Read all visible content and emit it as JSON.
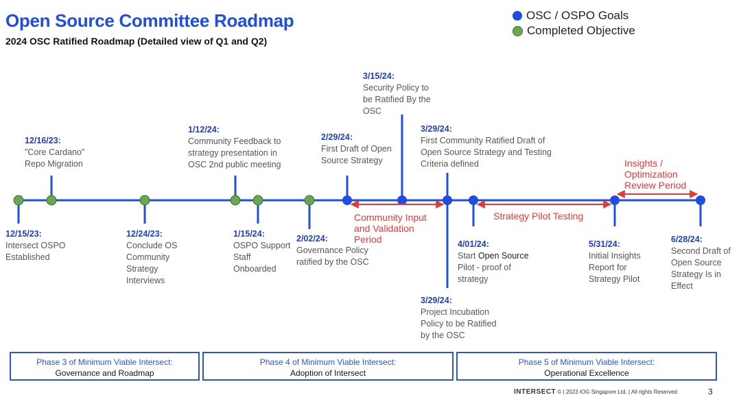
{
  "header": {
    "title": "Open Source Committee Roadmap",
    "subtitle": "2024 OSC Ratified Roadmap (Detailed view of Q1 and Q2)"
  },
  "legend": [
    {
      "label": "OSC / OSPO Goals",
      "color": "#1f4de0"
    },
    {
      "label": "Completed Objective",
      "color": "#6aa84f"
    }
  ],
  "events": {
    "e1": {
      "date": "12/15/23:",
      "text": "Intersect OSPO Established"
    },
    "e2": {
      "date": "12/16/23:",
      "text": "\"Core Cardano\" Repo Migration"
    },
    "e3": {
      "date": "12/24/23:",
      "text": "Conclude OS Community Strategy Interviews"
    },
    "e4": {
      "date": "1/12/24:",
      "text": "Community Feedback to strategy presentation in OSC 2nd public meeting"
    },
    "e5": {
      "date": "1/15/24:",
      "text": "OSPO Support Staff Onboarded"
    },
    "e6": {
      "date": "2/02/24:",
      "text": "Governance Policy ratified by the OSC"
    },
    "e7": {
      "date": "2/29/24:",
      "text": "First Draft of Open Source Strategy"
    },
    "e8": {
      "date": "3/15/24:",
      "text": "Security Policy to be Ratified By the OSC"
    },
    "e9": {
      "date": "3/29/24:",
      "text": "First Community Ratified Draft of Open Source Strategy and Testing Criteria defined"
    },
    "e10": {
      "date": "3/29/24:",
      "text": "Project Incubation Policy to be Ratified by the OSC"
    },
    "e11": {
      "date": "4/01/24:",
      "text_a": "Start ",
      "text_b": "Open Source",
      "text_c": " Pilot - proof of strategy"
    },
    "e12": {
      "date": "5/31/24:",
      "text": "Initial Insights Report for Strategy Pilot"
    },
    "e13": {
      "date": "6/28/24:",
      "text": "Second Draft of Open Source Strategy Is in Effect"
    }
  },
  "periods": {
    "community": "Community Input and Validation Period",
    "pilot": "Strategy Pilot Testing",
    "insights": "Insights / Optimization Review Period"
  },
  "phases": [
    {
      "line1": "Phase 3 of Minimum Viable Intersect:",
      "line2": "Governance and Roadmap"
    },
    {
      "line1": "Phase 4 of Minimum Viable Intersect:",
      "line2": "Adoption of Intersect"
    },
    {
      "line1": "Phase 5 of Minimum Viable Intersect:",
      "line2": "Operational Excellence"
    }
  ],
  "footer": {
    "brand": "INTERSECT",
    "copyright": " © | 2023 IOG Singapore Ltd. | All rights Reserved",
    "page": "3"
  }
}
